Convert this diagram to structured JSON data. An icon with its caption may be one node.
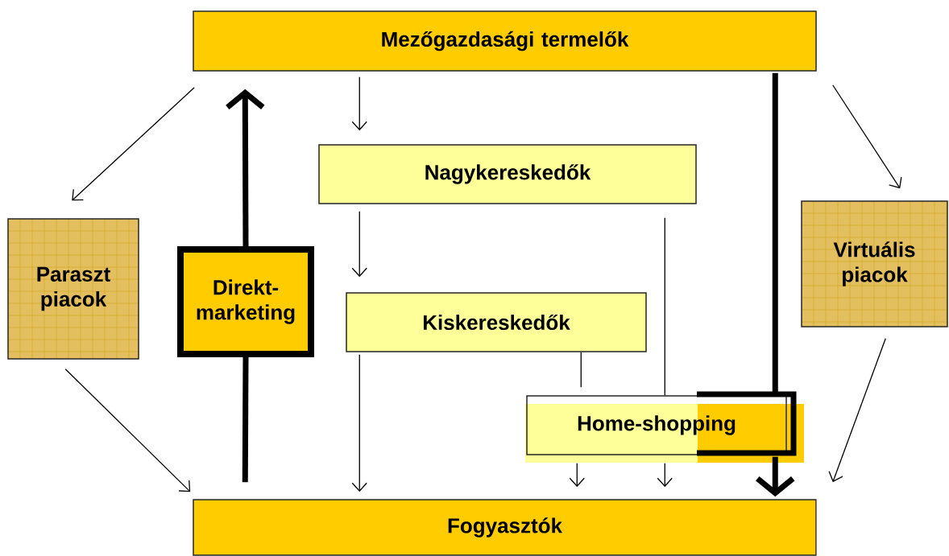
{
  "diagram": {
    "nodes": [
      {
        "text": [
          "Mezőgazdasági termelők"
        ]
      },
      {
        "text": [
          "Paraszt piacok"
        ]
      },
      {
        "text": [
          "Direkt-marketing"
        ]
      },
      {
        "text": [
          "Nagykereskedők"
        ]
      },
      {
        "text": [
          "Virtuális piacok"
        ]
      },
      {
        "text": [
          "Kiskereskedők"
        ]
      },
      {
        "text": [
          "Home-shopping"
        ]
      },
      {
        "text": [
          "Fogyasztók"
        ]
      }
    ],
    "edges": [
      {
        "from": 0,
        "to": 1,
        "arrow": "to"
      },
      {
        "from": 7,
        "to": 2,
        "arrow": "none",
        "style": "thick"
      },
      {
        "from": 2,
        "to": 0,
        "arrow": "to",
        "style": "thick"
      },
      {
        "from": 0,
        "to": 3,
        "arrow": "to"
      },
      {
        "from": 3,
        "to": 5,
        "arrow": "to"
      },
      {
        "from": 5,
        "to": 7,
        "arrow": "to"
      },
      {
        "from": 5,
        "to": 6,
        "arrow": "none"
      },
      {
        "from": 3,
        "to": 6,
        "arrow": "none"
      },
      {
        "from": 6,
        "to": 7,
        "arrow": "to"
      },
      {
        "from": 6,
        "to": 7,
        "arrow": "to"
      },
      {
        "from": 0,
        "to": 6,
        "arrow": "none",
        "style": "thick"
      },
      {
        "from": 6,
        "to": 7,
        "arrow": "to",
        "style": "thick"
      },
      {
        "from": 0,
        "to": 4,
        "arrow": "to"
      },
      {
        "from": 1,
        "to": 7,
        "arrow": "to"
      },
      {
        "from": 4,
        "to": 7,
        "arrow": "to"
      }
    ]
  }
}
